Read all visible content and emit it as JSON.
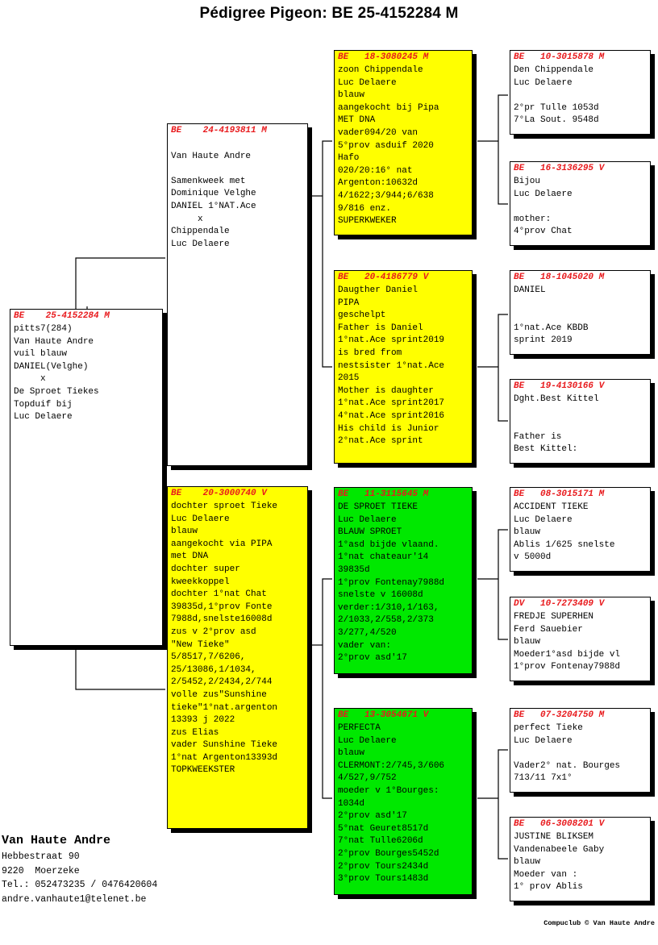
{
  "title": "Pédigree Pigeon: BE  25-4152284 M",
  "colors": {
    "ring_text": "#e8191c",
    "yellow": "#ffff00",
    "green": "#00e800",
    "white": "#ffffff",
    "border": "#000000"
  },
  "subject": {
    "ring": "BE    25-4152284 M",
    "lines": [
      "pitts7(284)",
      "Van Haute Andre",
      "vuil blauw",
      "DANIEL(Velghe)",
      "     x",
      "De Sproet Tiekes",
      "Topduif bij",
      "Luc Delaere"
    ]
  },
  "gen2": [
    {
      "ring": "BE    24-4193811 M",
      "color": "white",
      "lines": [
        "",
        "Van Haute Andre",
        "",
        "Samenkweek met",
        "Dominique Velghe",
        "DANIEL 1°NAT.Ace",
        "     x",
        "Chippendale",
        "Luc Delaere"
      ]
    },
    {
      "ring": "BE    20-3000740 V",
      "color": "yellow",
      "lines": [
        "dochter sproet Tieke",
        "Luc Delaere",
        "blauw",
        "aangekocht via PIPA",
        "met DNA",
        "dochter super",
        "kweekkoppel",
        "dochter 1°nat Chat",
        "39835d,1°prov Fonte",
        "7988d,snelste16008d",
        "zus v 2°prov asd",
        "\"New Tieke\"",
        "5/8517,7/6206,",
        "25/13086,1/1034,",
        "2/5452,2/2434,2/744",
        "volle zus\"Sunshine",
        "tieke\"1°nat.argenton",
        "13393 j 2022",
        "zus Elias",
        "vader Sunshine Tieke",
        "1°nat Argenton13393d",
        "TOPKWEEKSTER"
      ]
    }
  ],
  "gen3": [
    {
      "ring": "BE   18-3080245 M",
      "color": "yellow",
      "lines": [
        "zoon Chippendale",
        "Luc Delaere",
        "blauw",
        "aangekocht bij Pipa",
        "MET DNA",
        "vader094/20 van",
        "5°prov asduif 2020",
        "Hafo",
        "020/20:16° nat",
        "Argenton:10632d",
        "4/1622;3/944;6/638",
        "9/816 enz.",
        "SUPERKWEKER"
      ]
    },
    {
      "ring": "BE   20-4186779 V",
      "color": "yellow",
      "lines": [
        "Daugther Daniel",
        "PIPA",
        "geschelpt",
        "Father is Daniel",
        "1°nat.Ace sprint2019",
        "is bred from",
        "nestsister 1°nat.Ace",
        "2015",
        "Mother is daughter",
        "1°nat.Ace sprint2017",
        "4°nat.Ace sprint2016",
        "His child is Junior",
        "2°nat.Ace sprint"
      ]
    },
    {
      "ring": "BE   11-3115645 M",
      "color": "green",
      "lines": [
        "DE SPROET TIEKE",
        "Luc Delaere",
        "BLAUW SPROET",
        "1°asd bijde vlaand.",
        "1°nat chateaur'14",
        "39835d",
        "1°prov Fontenay7988d",
        "snelste v 16008d",
        "verder:1/310,1/163,",
        "2/1033,2/558,2/373",
        "3/277,4/520",
        "vader van:",
        "2°prov asd'17"
      ]
    },
    {
      "ring": "BE   13-3054671 V",
      "color": "green",
      "lines": [
        "PERFECTA",
        "Luc Delaere",
        "blauw",
        "CLERMONT:2/745,3/606",
        "4/527,9/752",
        "moeder v 1°Bourges:",
        "1034d",
        "2°prov asd'17",
        "5°nat Geuret8517d",
        "7°nat Tulle6206d",
        "2°prov Bourges5452d",
        "2°prov Tours2434d",
        "3°prov Tours1483d"
      ]
    }
  ],
  "gen4": [
    {
      "ring": "BE   10-3015878 M",
      "lines": [
        "Den Chippendale",
        "Luc Delaere",
        "",
        "2°pr Tulle 1053d",
        "7°La Sout. 9548d"
      ]
    },
    {
      "ring": "BE   16-3136295 V",
      "lines": [
        "Bijou",
        "Luc Delaere",
        "",
        "mother:",
        "4°prov Chat"
      ]
    },
    {
      "ring": "BE   18-1045020 M",
      "lines": [
        "DANIEL",
        "",
        "",
        "1°nat.Ace KBDB",
        "sprint 2019"
      ]
    },
    {
      "ring": "BE   19-4130166 V",
      "lines": [
        "Dght.Best Kittel",
        "",
        "",
        "Father is",
        "Best Kittel:"
      ]
    },
    {
      "ring": "BE   08-3015171 M",
      "lines": [
        "ACCIDENT TIEKE",
        "Luc Delaere",
        "blauw",
        "Ablis 1/625 snelste",
        "v 5000d"
      ]
    },
    {
      "ring": "DV   10-7273409 V",
      "lines": [
        "FREDJE SUPERHEN",
        "Ferd Sauebier",
        "blauw",
        "Moeder1°asd bijde vl",
        "1°prov Fontenay7988d"
      ]
    },
    {
      "ring": "BE   07-3204750 M",
      "lines": [
        "perfect Tieke",
        "Luc Delaere",
        "",
        "Vader2° nat. Bourges",
        "713/11 7x1°"
      ]
    },
    {
      "ring": "BE   06-3008201 V",
      "lines": [
        "JUSTINE BLIKSEM",
        "Vandenabeele Gaby",
        "blauw",
        "Moeder van :",
        "1° prov Ablis"
      ]
    }
  ],
  "footer": {
    "owner": "Van Haute Andre",
    "lines": [
      "Hebbestraat 90",
      "9220  Moerzeke",
      "Tel.: 052473235 / 0476420604",
      "andre.vanhaute1@telenet.be"
    ]
  },
  "credit": "Compuclub © Van Haute Andre"
}
